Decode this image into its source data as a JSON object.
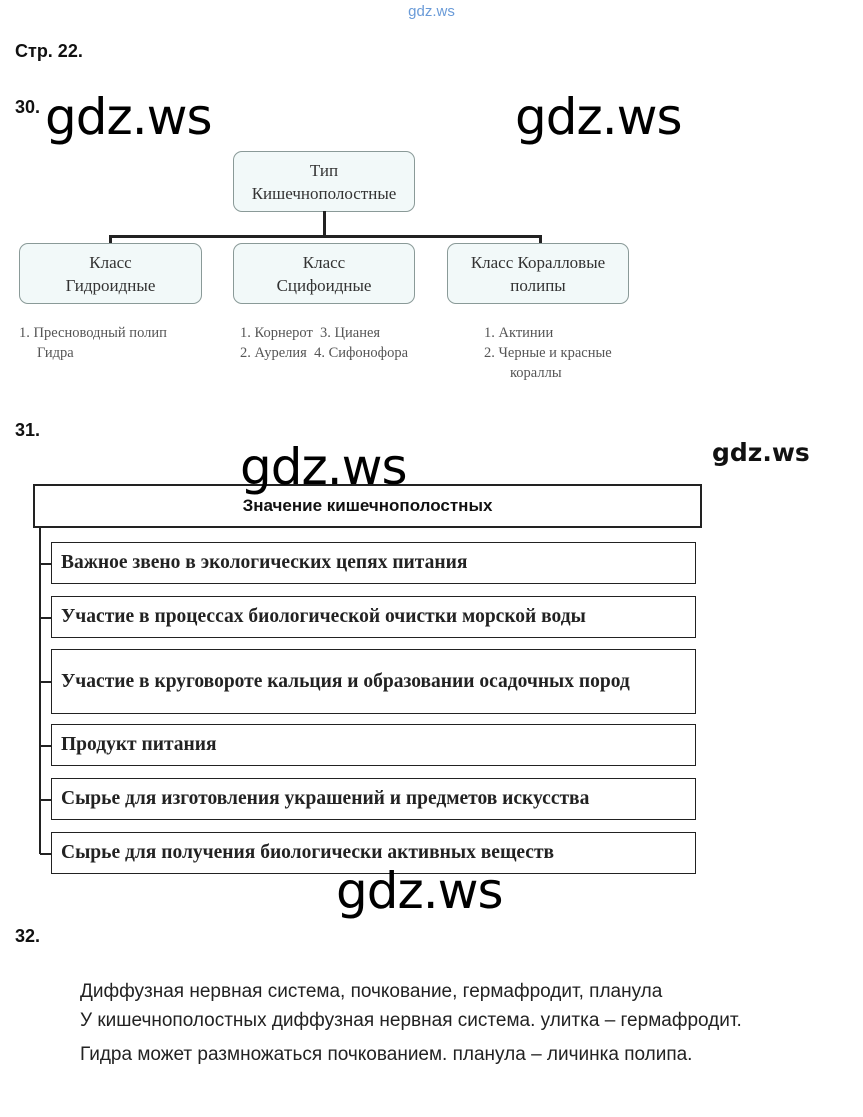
{
  "top_link": "gdz.ws",
  "page_label": "Стр. 22.",
  "watermark": "gdz.ws",
  "task30": {
    "number": "30.",
    "root": [
      "Тип",
      "Кишечнополостные"
    ],
    "classes": [
      {
        "label": [
          "Класс",
          "Гидроидные"
        ],
        "items": [
          "1. Пресноводный полип",
          "Гидра"
        ]
      },
      {
        "label": [
          "Класс",
          "Сцифоидные"
        ],
        "items": [
          "1. Корнерот  3. Цианея",
          "2. Аурелия  4. Сифонофора"
        ]
      },
      {
        "label": [
          "Класс Коралловые",
          "полипы"
        ],
        "items": [
          "1. Актинии",
          "2. Черные и красные",
          "кораллы"
        ]
      }
    ]
  },
  "task31": {
    "number": "31.",
    "title": "Значение кишечнополостных",
    "items": [
      "Важное звено в экологических цепях питания",
      "Участие в процессах биологической очистки морской воды",
      "Участие в круговороте кальция и образовании осадочных пород",
      "Продукт питания",
      "Сырье для изготовления украшений и предметов искусства",
      "Сырье для получения биологически активных веществ"
    ]
  },
  "task32": {
    "number": "32.",
    "lines": [
      "Диффузная нервная система, почкование, гермафродит, планула",
      "У кишечнополостных диффузная нервная система. улитка – гермафродит.",
      "Гидра может размножаться почкованием. планула – личинка полипа."
    ]
  }
}
